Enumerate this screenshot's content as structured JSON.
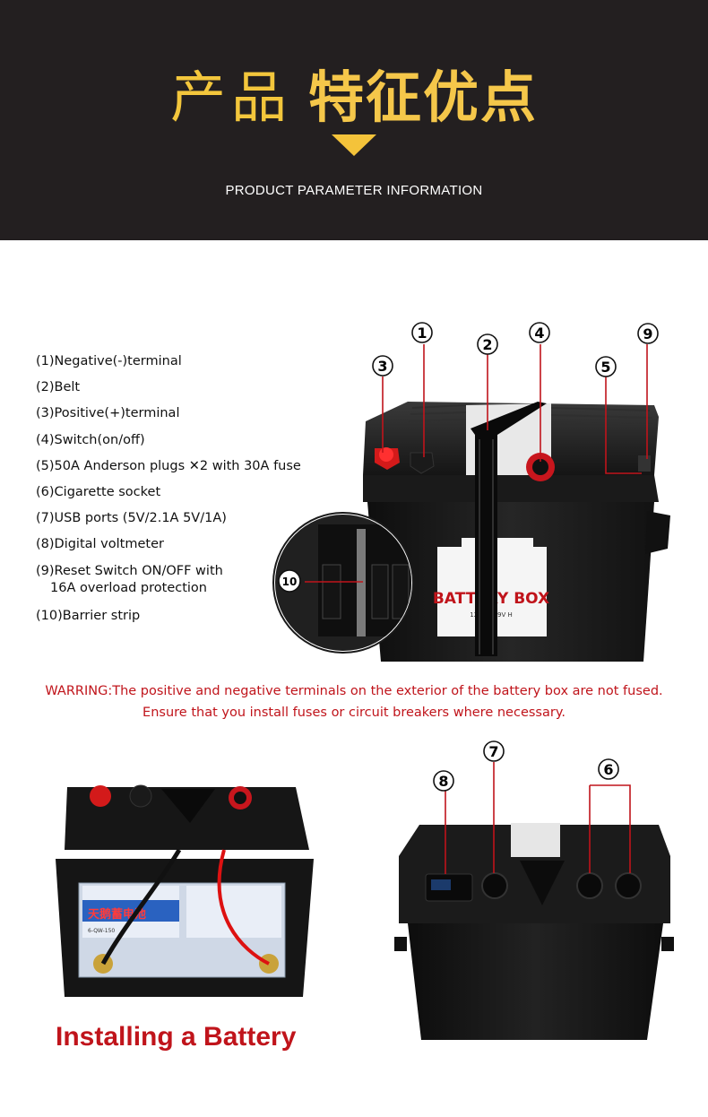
{
  "header": {
    "title_light": "产品",
    "title_bold": "特征优点",
    "subtitle": "PRODUCT PARAMETER INFORMATION"
  },
  "specs": [
    "(1)Negative(-)terminal",
    "(2)Belt",
    "(3)Positive(+)terminal",
    "(4)Switch(on/off)",
    "(5)50A Anderson plugs ✕2 with 30A fuse",
    "(6)Cigarette socket",
    "(7)USB ports (5V/2.1A 5V/1A)",
    "(8)Digital voltmeter",
    "(9)Reset Switch ON/OFF with",
    "16A overload protection",
    "(10)Barrier strip"
  ],
  "callouts": {
    "c1": "1",
    "c2": "2",
    "c3": "3",
    "c4": "4",
    "c5": "5",
    "c6": "6",
    "c7": "7",
    "c8": "8",
    "c9": "9",
    "c10": "10"
  },
  "warning": {
    "line1": "WARRING:The positive and negative terminals on the exterior of the battery box are not fused.",
    "line2": "Ensure that you install fuses or circuit breakers where necessary."
  },
  "box_label": {
    "line1": "BATTERY BOX",
    "line2": "12V LI... 9V H"
  },
  "battery_label": {
    "brand": "天鹅蓄电池",
    "model": "6-QW-150"
  },
  "install_caption": "Installing a Battery",
  "colors": {
    "header_bg": "#231f20",
    "gold": "#f4c33a",
    "red": "#c0141b",
    "callout": "#c0141b"
  }
}
